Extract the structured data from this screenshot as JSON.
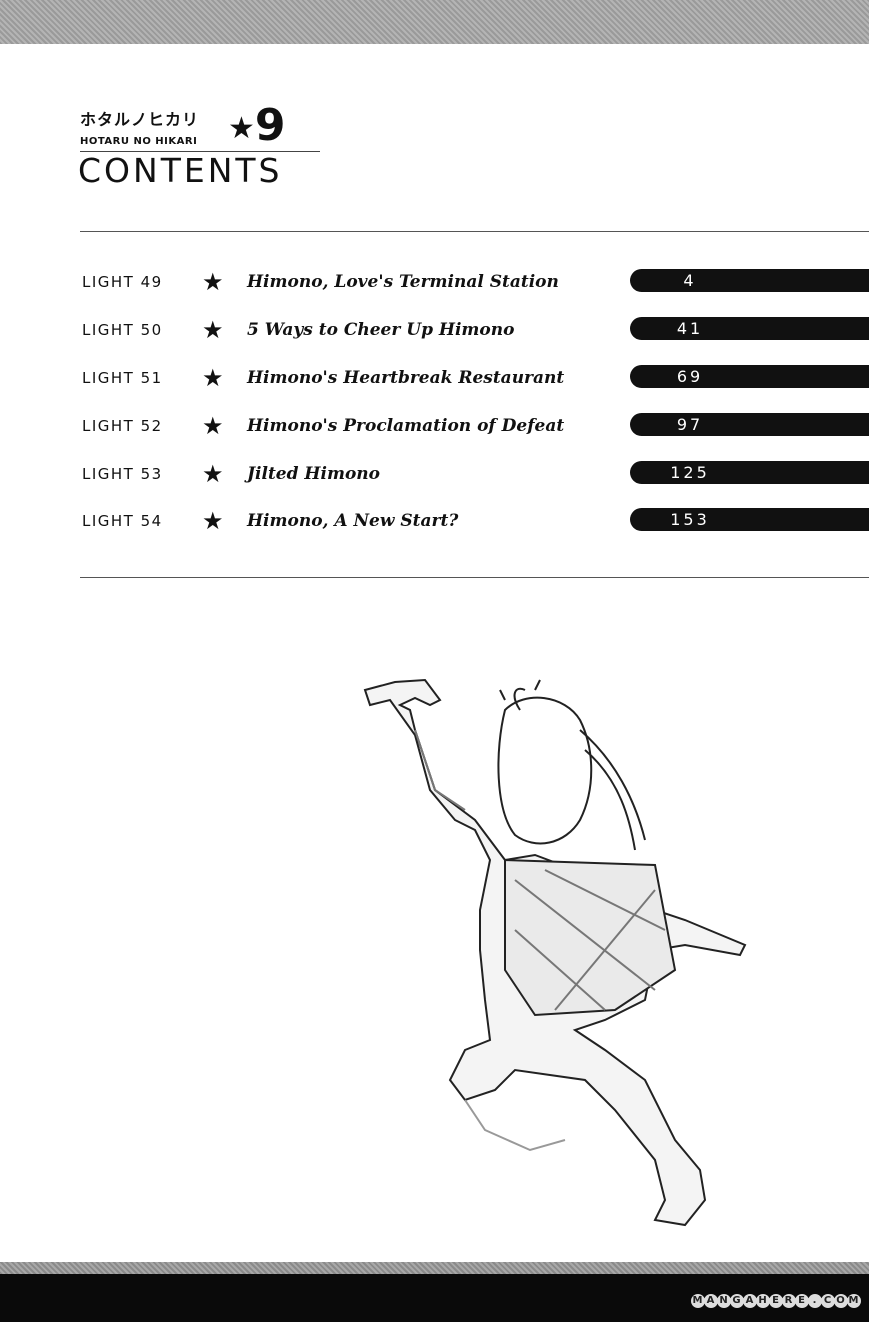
{
  "header": {
    "series_japanese": "ホタルノヒカリ",
    "series_romaji": "HOTARU NO HIKARI",
    "volume_star": "★",
    "volume": "9",
    "heading": "CONTENTS"
  },
  "chapters": [
    {
      "label": "LIGHT 49",
      "star": "★",
      "title": "Himono, Love's Terminal Station",
      "page": "4"
    },
    {
      "label": "LIGHT 50",
      "star": "★",
      "title": "5 Ways to Cheer Up Himono",
      "page": "41"
    },
    {
      "label": "LIGHT 51",
      "star": "★",
      "title": "Himono's Heartbreak Restaurant",
      "page": "69"
    },
    {
      "label": "LIGHT 52",
      "star": "★",
      "title": "Himono's Proclamation of Defeat",
      "page": "97"
    },
    {
      "label": "LIGHT 53",
      "star": "★",
      "title": "Jilted Himono",
      "page": "125"
    },
    {
      "label": "LIGHT 54",
      "star": "★",
      "title": "Himono, A New Start?",
      "page": "153"
    }
  ],
  "watermark": "MANGAHERE.COM"
}
